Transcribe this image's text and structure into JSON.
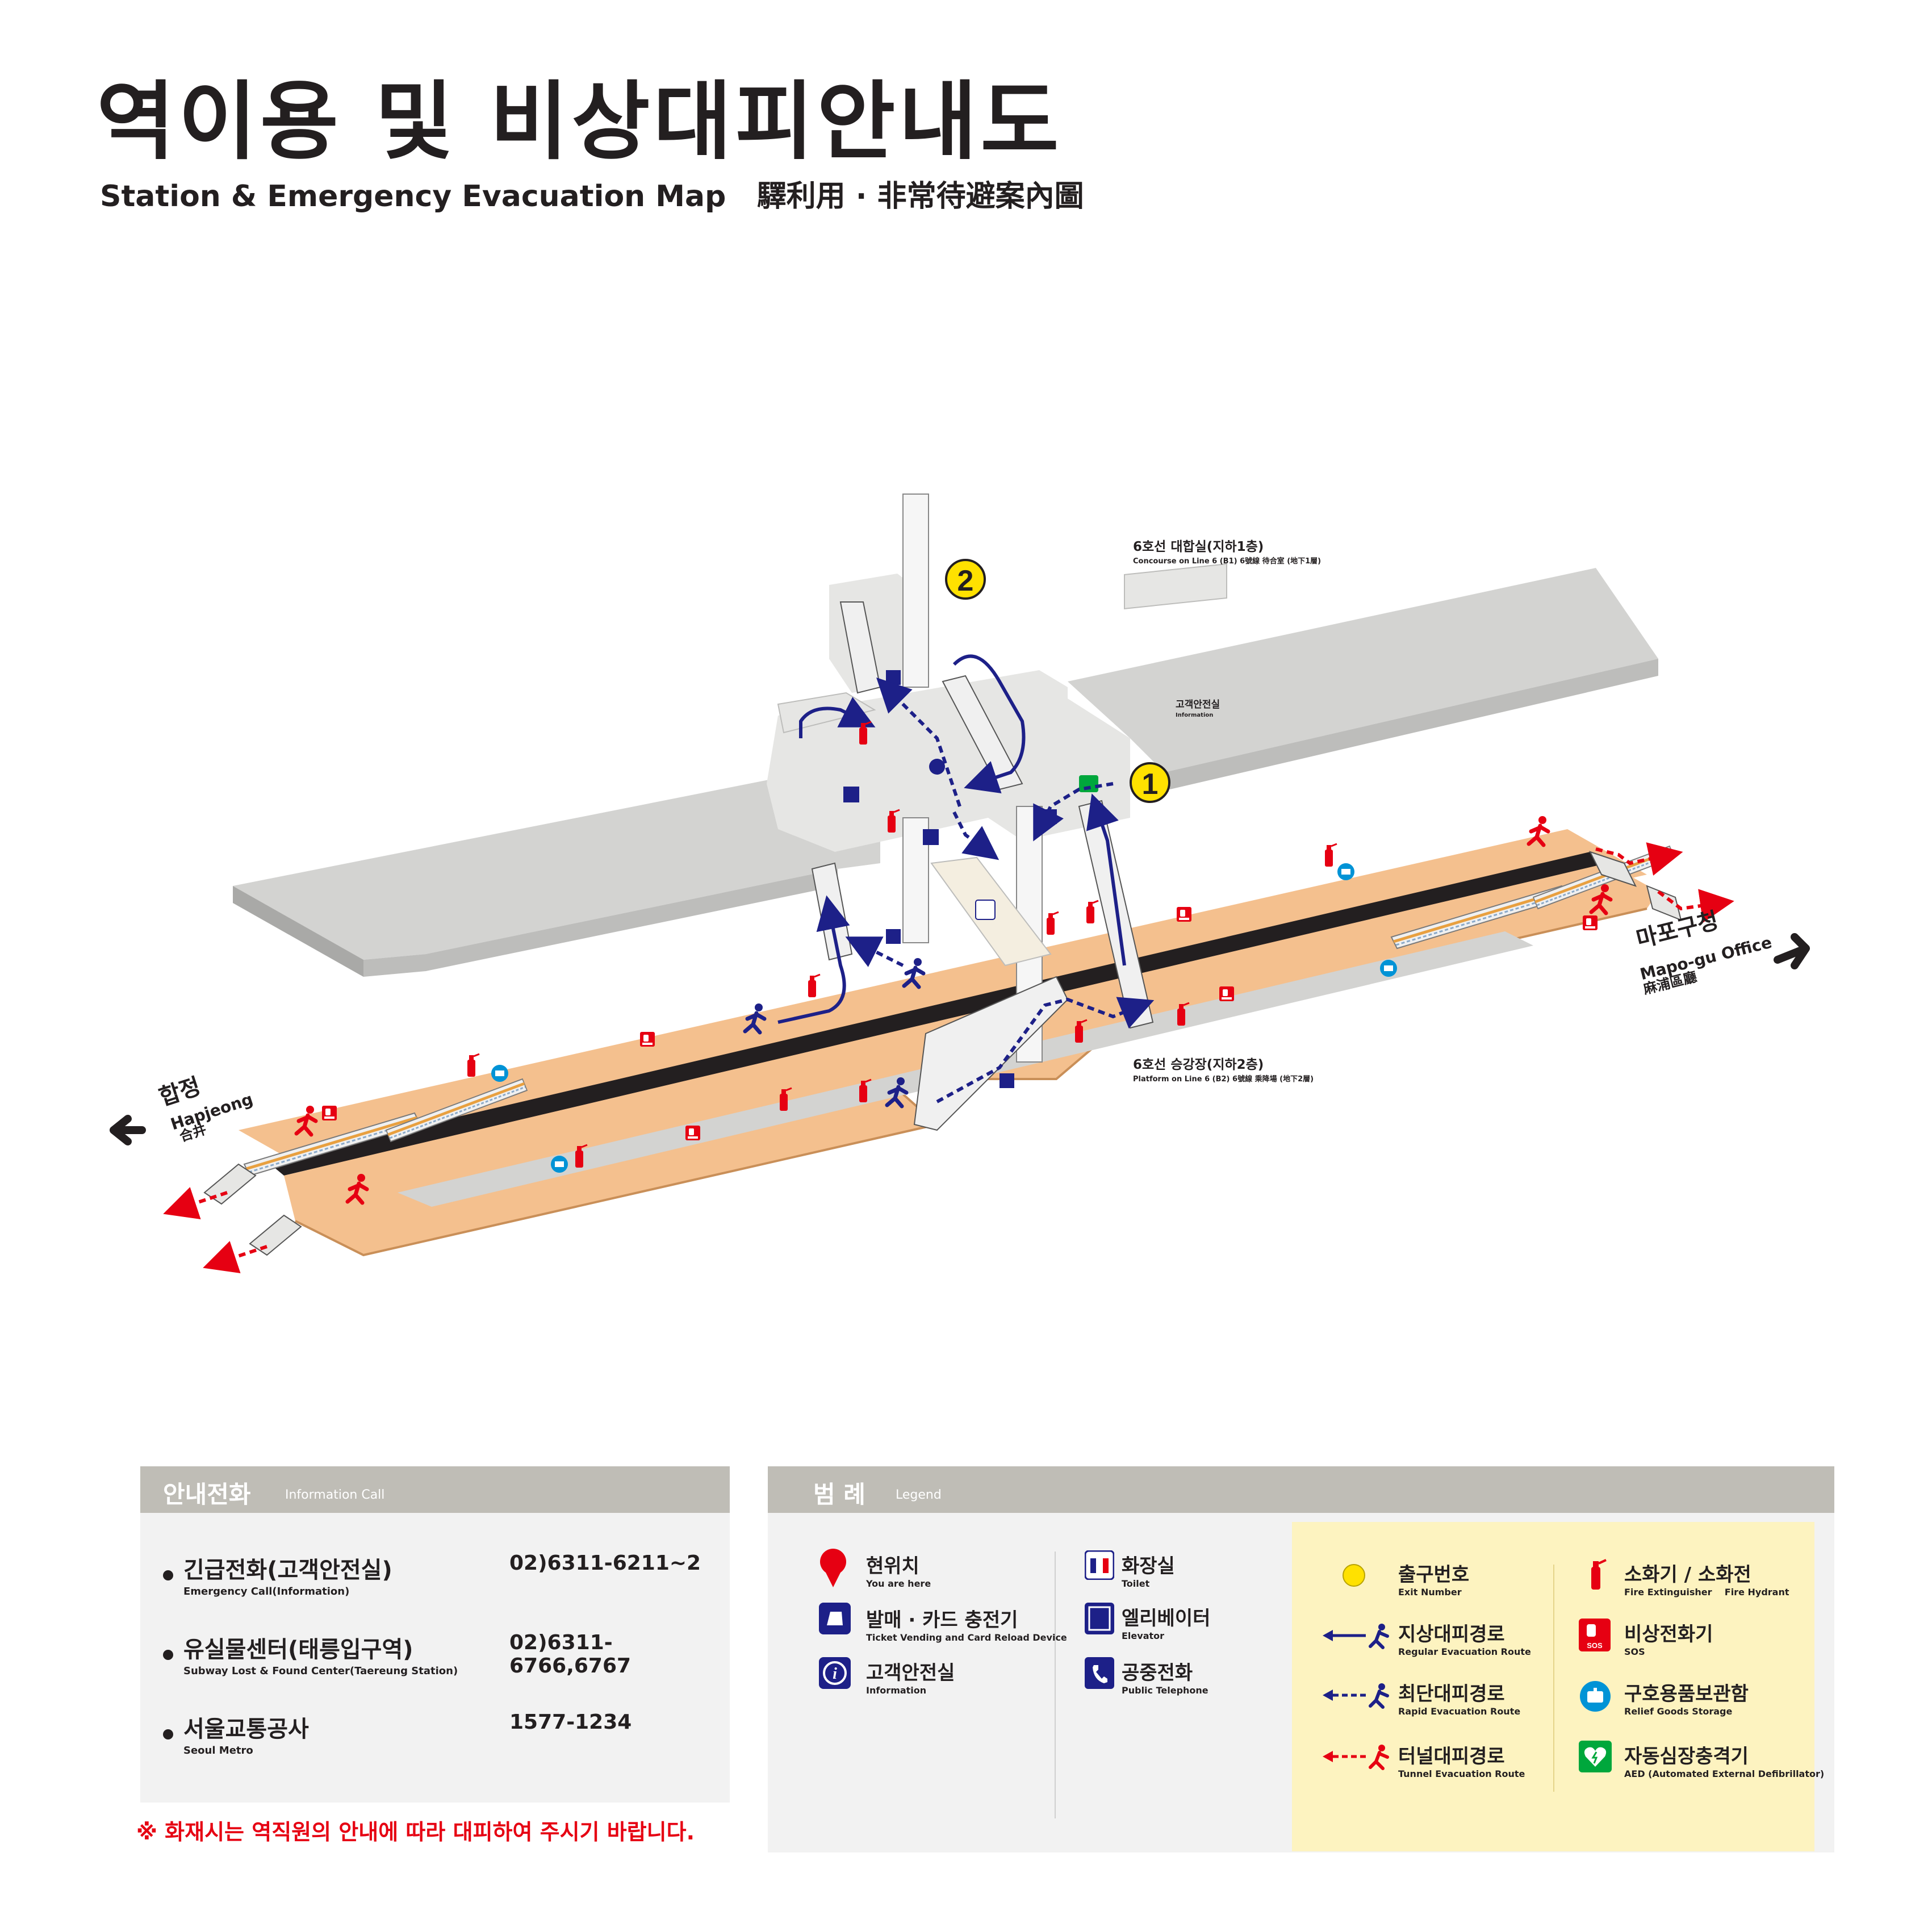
{
  "title": {
    "ko": "역이용 및 비상대피안내도",
    "en": "Station & Emergency Evacuation Map",
    "hanja": "驛利用 · 非常待避案內圖"
  },
  "map": {
    "concourse_label": {
      "ko": "6호선 대합실(지하1층)",
      "en": "Concourse on Line 6 (B1)  6號線 待合室 (地下1層)"
    },
    "platform_label": {
      "ko": "6호선 승강장(지하2층)",
      "en": "Platform on Line 6 (B2)  6號線 乘降場 (地下2層)"
    },
    "info_office_label": {
      "ko": "고객안전실",
      "en": "Information"
    },
    "exits": [
      "1",
      "2"
    ],
    "dest_left": {
      "ko": "합정",
      "en": "Hapjeong",
      "hanja": "合井"
    },
    "dest_right": {
      "ko": "마포구청",
      "en": "Mapo-gu Office",
      "hanja": "麻浦區廳"
    }
  },
  "colors": {
    "platform": "#f4c08e",
    "floor": "#d3d3d1",
    "floor_light": "#e6e6e4",
    "track": "#231f20",
    "navy": "#1d2088",
    "red": "#e60012",
    "exit_yellow": "#ffe100",
    "aed_green": "#00a73c",
    "relief_blue": "#0093d6"
  },
  "info_call": {
    "header": {
      "ko": "안내전화",
      "en": "Information Call"
    },
    "rows": [
      {
        "ko": "긴급전화(고객안전실)",
        "en": "Emergency Call(Information)",
        "number": "02)6311-6211~2"
      },
      {
        "ko": "유실물센터(태릉입구역)",
        "en": "Subway Lost & Found Center(Taereung Station)",
        "number": "02)6311-6766,6767"
      },
      {
        "ko": "서울교통공사",
        "en": "Seoul Metro",
        "number": "1577-1234"
      }
    ],
    "notice": "※ 화재시는 역직원의 안내에 따라 대피하여 주시기 바랍니다."
  },
  "legend": {
    "header": {
      "ko": "범 례",
      "en": "Legend"
    },
    "col1": [
      {
        "icon": "you-are-here-pin-icon",
        "ko": "현위치",
        "en": "You are here"
      },
      {
        "icon": "ticket-machine-icon",
        "ko": "발매 · 카드 충전기",
        "en": "Ticket Vending and Card Reload Device"
      },
      {
        "icon": "information-icon",
        "ko": "고객안전실",
        "en": "Information"
      }
    ],
    "col2": [
      {
        "icon": "toilet-icon",
        "ko": "화장실",
        "en": "Toilet"
      },
      {
        "icon": "elevator-icon",
        "ko": "엘리베이터",
        "en": "Elevator"
      },
      {
        "icon": "public-telephone-icon",
        "ko": "공중전화",
        "en": "Public Telephone"
      }
    ],
    "col3": [
      {
        "icon": "exit-number-icon",
        "ko": "출구번호",
        "en": "Exit Number"
      },
      {
        "icon": "regular-evacuation-icon",
        "ko": "지상대피경로",
        "en": "Regular Evacuation Route"
      },
      {
        "icon": "rapid-evacuation-icon",
        "ko": "최단대피경로",
        "en": "Rapid Evacuation Route"
      },
      {
        "icon": "tunnel-evacuation-icon",
        "ko": "터널대피경로",
        "en": "Tunnel Evacuation Route"
      }
    ],
    "col4": [
      {
        "icon": "fire-extinguisher-icon",
        "ko": "소화기 / 소화전",
        "en": "Fire Extinguisher",
        "en2": "Fire Hydrant"
      },
      {
        "icon": "sos-phone-icon",
        "ko": "비상전화기",
        "en": "SOS"
      },
      {
        "icon": "relief-goods-icon",
        "ko": "구호용품보관함",
        "en": "Relief Goods Storage"
      },
      {
        "icon": "aed-icon",
        "ko": "자동심장충격기",
        "en": "AED (Automated External Defibrillator)"
      }
    ]
  }
}
